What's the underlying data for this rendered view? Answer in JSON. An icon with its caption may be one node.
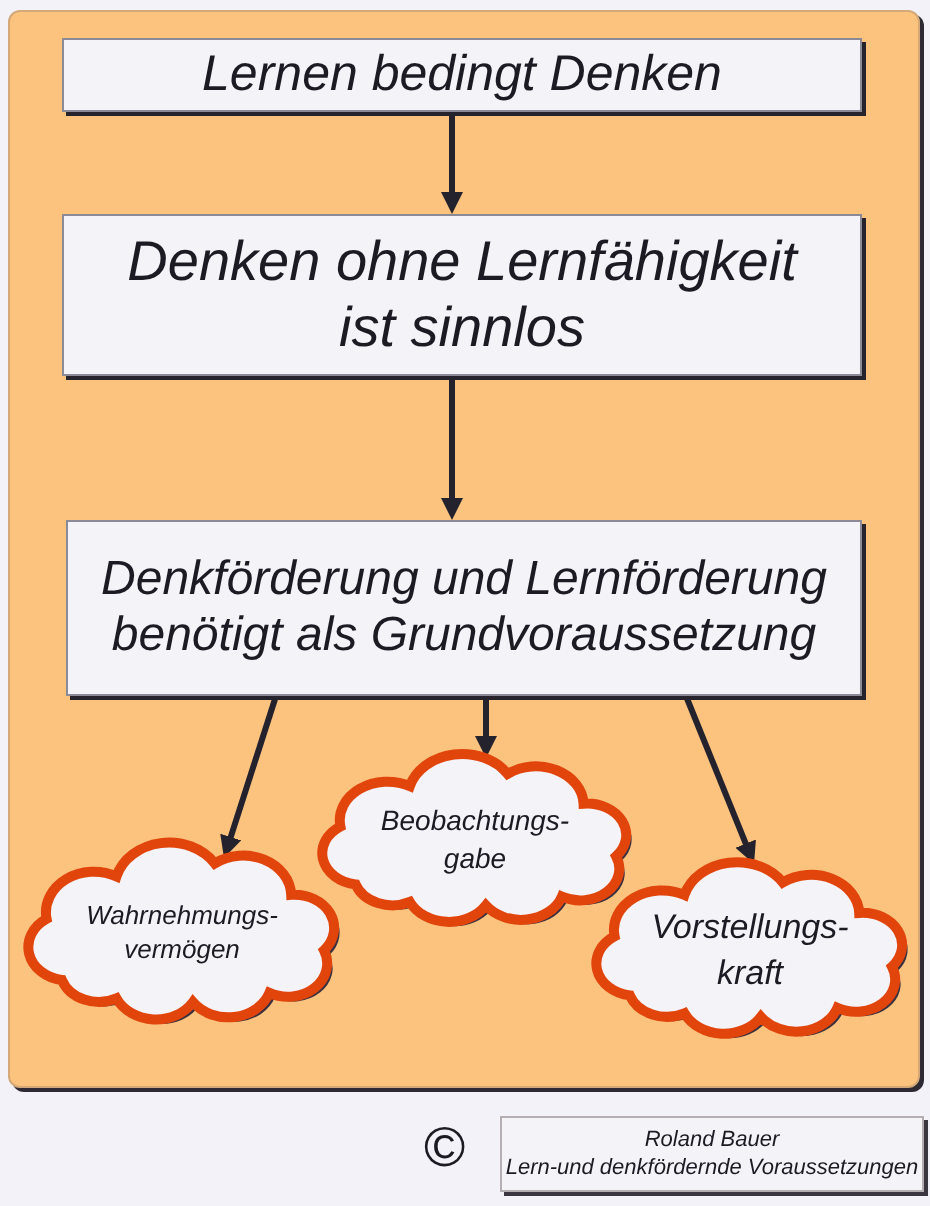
{
  "diagram": {
    "nodes": [
      {
        "text": [
          "Lernen bedingt Denken"
        ]
      },
      {
        "text": [
          "Denken ohne Lernfähigkeit ist sinnlos"
        ]
      },
      {
        "text": [
          "Denkförderung und Lernförderung benötigt als Grundvoraussetzung"
        ]
      },
      {
        "text": [
          "Wahrnehmungs- vermögen"
        ]
      },
      {
        "text": [
          "Beobachtungs- gabe"
        ]
      },
      {
        "text": [
          "Vorstellungs- kraft"
        ]
      },
      {
        "text": [
          "Roland Bauer",
          "Lern-und denkfördernde Voraussetzungen"
        ]
      }
    ],
    "edges": [
      {
        "from": 0,
        "to": 1,
        "arrow": "to"
      },
      {
        "from": 1,
        "to": 2,
        "arrow": "to"
      },
      {
        "from": 2,
        "to": 3,
        "arrow": "to"
      },
      {
        "from": 2,
        "to": 4,
        "arrow": "to"
      },
      {
        "from": 2,
        "to": 5,
        "arrow": "to"
      }
    ],
    "labels": [
      "©"
    ]
  }
}
